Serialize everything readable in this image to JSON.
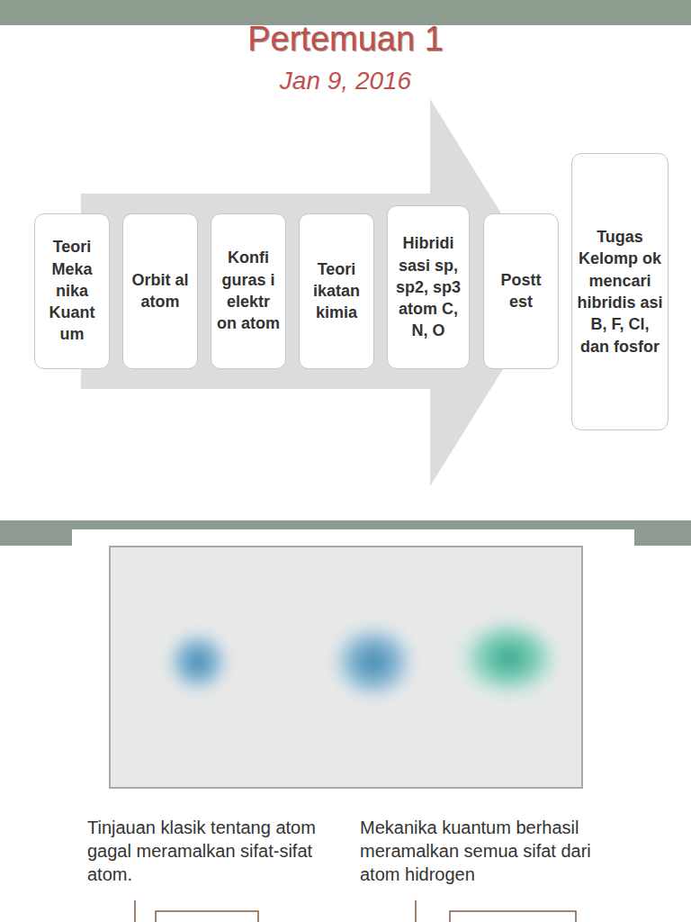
{
  "diagram": {
    "title": "Pertemuan 1",
    "nodes": [
      {
        "text": [
          "Teori Meka nika Kuant um"
        ]
      },
      {
        "text": [
          "Orbit al atom"
        ]
      },
      {
        "text": [
          "Konfi guras i elektr on atom"
        ]
      },
      {
        "text": [
          "Teori ikatan kimia"
        ]
      },
      {
        "text": [
          "Hibridi sasi sp, sp2, sp3 atom C, N, O"
        ]
      },
      {
        "text": [
          "Postt est"
        ]
      },
      {
        "text": [
          "Tugas Kelomp ok mencari hibridis asi B, F, Cl, dan fosfor"
        ]
      }
    ],
    "labels": [
      "Jan 9, 2016",
      "Tinjauan klasik tentang atom gagal meramalkan sifat-sifat atom.",
      "Mekanika kuantum berhasil meramalkan semua sifat dari atom hidrogen"
    ]
  }
}
